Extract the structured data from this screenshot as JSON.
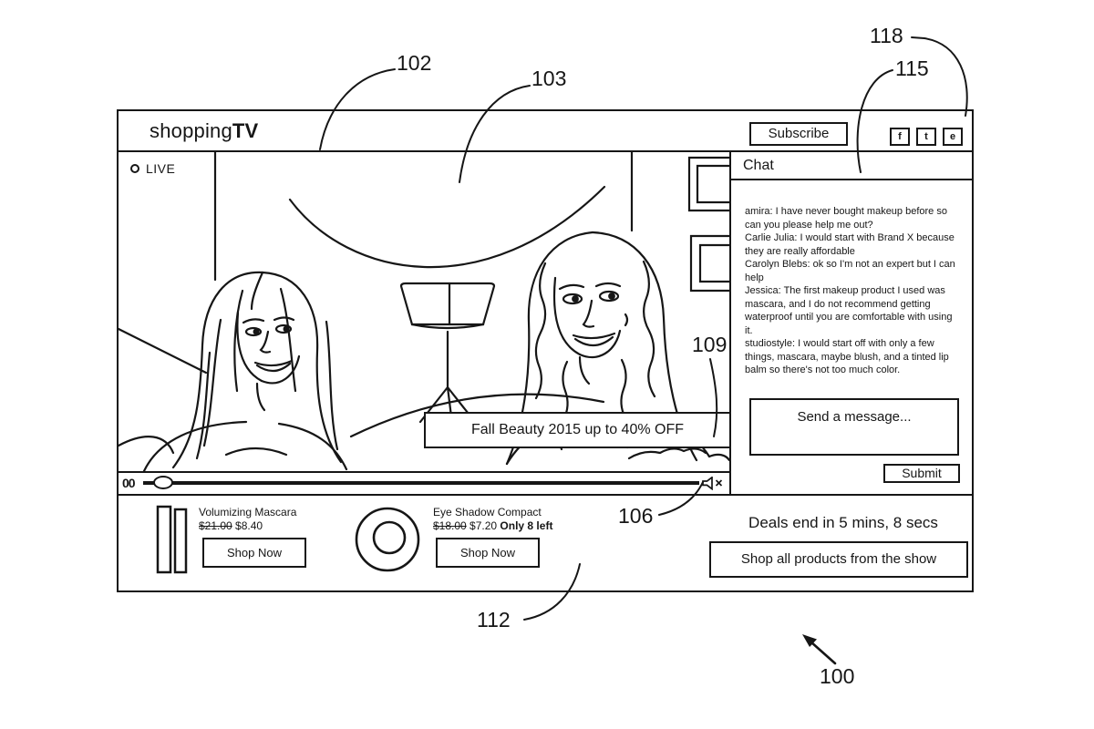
{
  "header": {
    "logo_regular": "shopping",
    "logo_bold": "TV",
    "subscribe_label": "Subscribe",
    "social_icons": [
      {
        "label": "f"
      },
      {
        "label": "t"
      },
      {
        "label": "e"
      }
    ]
  },
  "video": {
    "live_label": "LIVE",
    "banner_text": "Fall Beauty 2015 up to 40% OFF",
    "time_label": "00"
  },
  "chat": {
    "title": "Chat",
    "messages": [
      "amira: I have never bought makeup before so can you please help me out?",
      "Carlie Julia: I would start with Brand X because they are really affordable",
      "Carolyn Blebs: ok so I'm not an expert but I can help",
      "Jessica: The first makeup product I used was mascara, and I do not recommend getting waterproof until you are comfortable with using it.",
      "studiostyle: I would start off with only a few things, mascara, maybe blush, and a tinted lip balm so there's not too much color."
    ],
    "input_placeholder": "Send a message...",
    "submit_label": "Submit"
  },
  "products": {
    "items": [
      {
        "name": "Volumizing Mascara",
        "old_price": "$21.00",
        "price": "$8.40",
        "cta": "Shop Now"
      },
      {
        "name": "Eye Shadow Compact",
        "old_price": "$18.00",
        "price": "$7.20",
        "stock_note": "Only 8 left",
        "cta": "Shop Now"
      }
    ],
    "deals_text": "Deals end in 5 mins, 8 secs",
    "shop_all_label": "Shop all products from the show"
  },
  "reference_numerals": {
    "system": "100",
    "header_bar": "102",
    "video_player": "103",
    "scrubber": "106",
    "banner": "109",
    "product_strip": "112",
    "chat_panel": "115",
    "social_links": "118"
  },
  "colors": {
    "ink": "#161616",
    "background": "#ffffff"
  }
}
